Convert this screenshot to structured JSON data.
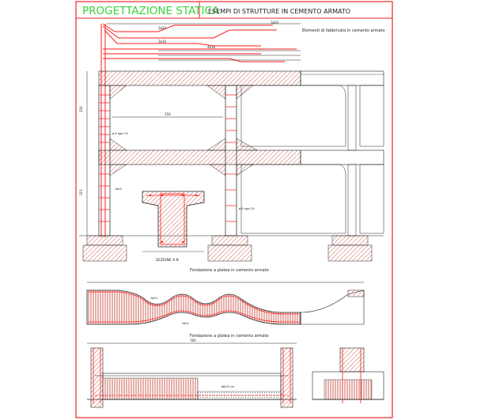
{
  "title": {
    "main": "PROGETTAZIONE STATICA",
    "sub": "ESEMPI DI STRUTTURE IN CEMENTO ARMATO"
  },
  "labels": {
    "elements_caption": "Elementi di fabbricato in cemento armato",
    "section_caption": "SEZIONE A B",
    "foundation_caption_1": "Fondazione a platea in cemento armato",
    "foundation_caption_2": "Fondazione a platea in cemento armato",
    "dim_main_span": "150",
    "dim_bottom_span": "760",
    "dim_left_height_upper": "330",
    "dim_left_height_lower": "315",
    "bar_a": "2ø20",
    "bar_b": "3ø20",
    "bar_c": "2ø16",
    "bar_d": "4ø16",
    "bar_e": "1ø10",
    "stirrups": "ø 8 ogni 25",
    "stirrups_2": "ø 8 ogni 20",
    "bar_f": "2ø14",
    "bar_g": "2ø12",
    "grid_note": "ø8/20 cm"
  },
  "colors": {
    "frame_red": "#e8262a",
    "line_dark": "#222222",
    "hatch": "#c0392b",
    "title_green": "#39d33a",
    "rebar_red": "#ff1a1a"
  }
}
